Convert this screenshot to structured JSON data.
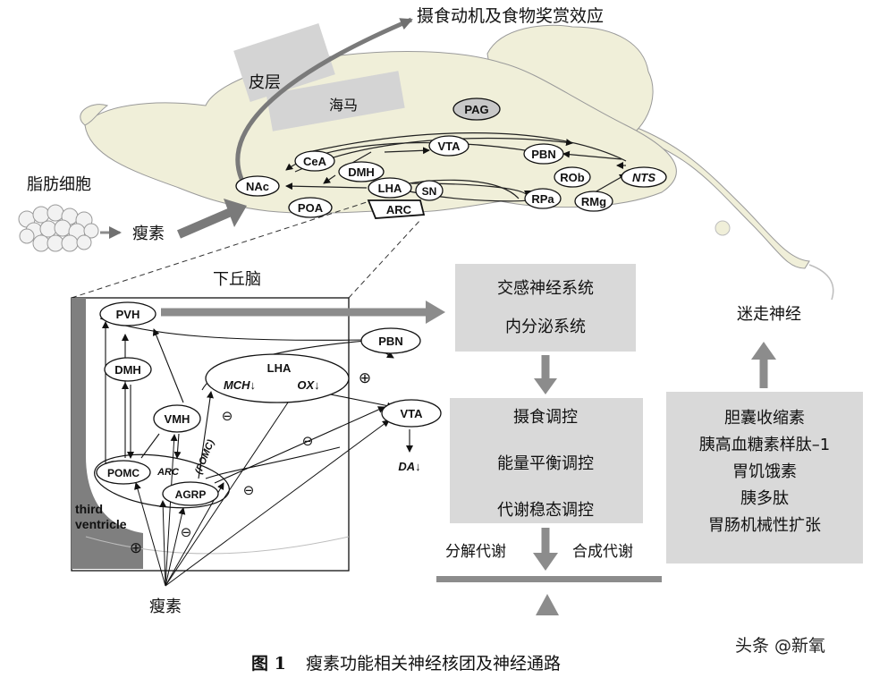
{
  "labels": {
    "top_effect": "摄食动机及食物奖赏效应",
    "cortex": "皮层",
    "hippocampus": "海马",
    "adipocyte": "脂肪细胞",
    "leptin_top": "瘦素",
    "hypothalamus": "下丘脑",
    "leptin_bottom": "瘦素",
    "vagus": "迷走神经",
    "catabolism": "分解代谢",
    "anabolism": "合成代谢",
    "third_ventricle_1": "third",
    "third_ventricle_2": "ventricle",
    "plus": "⊕",
    "minus": "⊖"
  },
  "brain_nodes": {
    "pag": "PAG",
    "pbn": "PBN",
    "ceA": "CeA",
    "vta": "VTA",
    "dmh": "DMH",
    "nac": "NAc",
    "lha": "LHA",
    "sn": "SN",
    "poa": "POA",
    "arc": "ARC",
    "rob": "ROb",
    "nts": "NTS",
    "rpa": "RPa",
    "rmg": "RMg"
  },
  "inset_nodes": {
    "pvh": "PVH",
    "dmh": "DMH",
    "vmh": "VMH",
    "pomc": "POMC",
    "arc": "ARC",
    "agrp": "AGRP",
    "pomc_proj": "(POMC)",
    "lha": "LHA",
    "mch": "MCH↓",
    "ox": "OX↓",
    "pbn": "PBN",
    "vta": "VTA",
    "da": "DA↓"
  },
  "boxes": {
    "top": [
      "交感神经系统",
      "内分泌系统"
    ],
    "middle": [
      "摄食调控",
      "能量平衡调控",
      "代谢稳态调控"
    ],
    "right": [
      "胆囊收缩素",
      "胰高血糖素样肽–1",
      "胃饥饿素",
      "胰多肽",
      "胃肠机械性扩张"
    ]
  },
  "caption": {
    "fig": "图 1",
    "title": "瘦素功能相关神经核团及神经通路"
  },
  "watermark": "头条 @新氧",
  "colors": {
    "brain_fill": "#f0efd9",
    "box_fill": "#d9d9d9",
    "arrow_gray": "#8c8c8c",
    "ventricle": "#7f7f7f"
  }
}
